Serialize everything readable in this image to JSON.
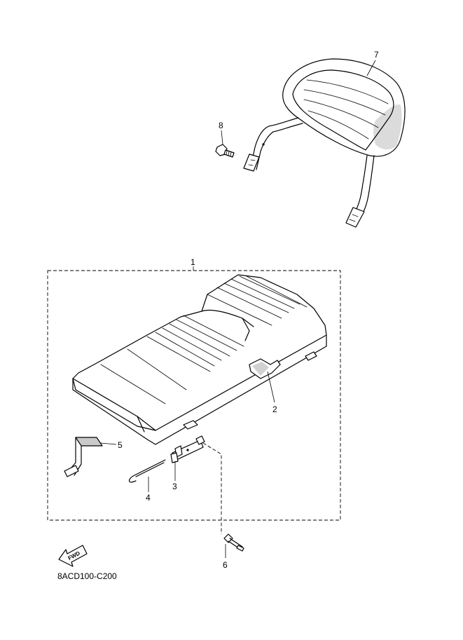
{
  "callouts": {
    "p1": "1",
    "p2": "2",
    "p3": "3",
    "p4": "4",
    "p5": "5",
    "p6": "6",
    "p7": "7",
    "p8": "8"
  },
  "diagram_code": "8ACD100-C200",
  "fwd_label": "FWD"
}
